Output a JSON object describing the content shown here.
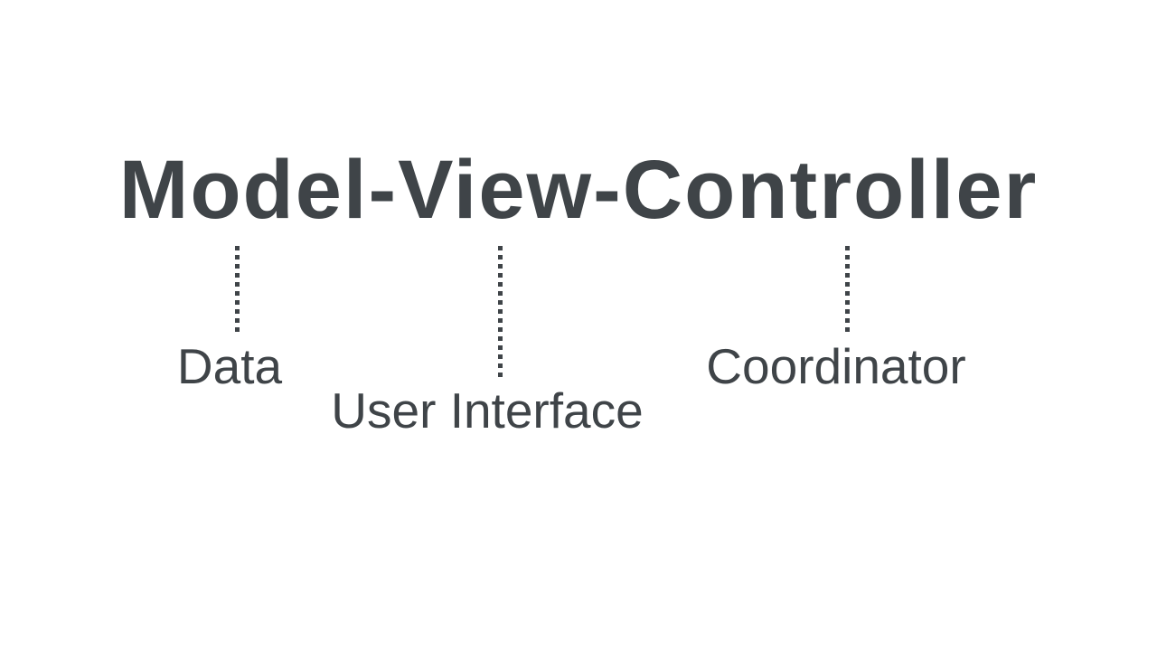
{
  "colors": {
    "ink": "#3f4448",
    "background": "#ffffff"
  },
  "title": {
    "text": "Model-View-Controller"
  },
  "labels": {
    "model": "Data",
    "view": "User Interface",
    "controller": "Coordinator"
  }
}
